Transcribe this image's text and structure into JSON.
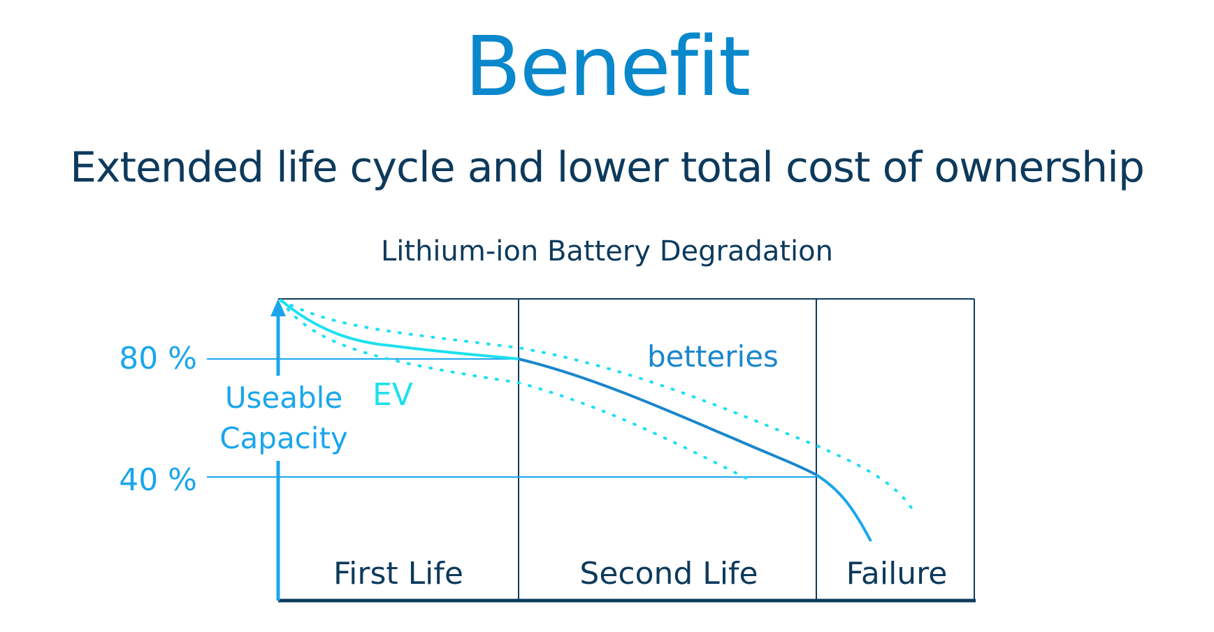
{
  "header": {
    "title": "Benefit",
    "subtitle": "Extended life cycle and lower total cost of ownership"
  },
  "diagram": {
    "title": "Lithium-ion Battery Degradation",
    "capacity_levels": [
      "80 %",
      "40 %"
    ],
    "axis_label_line1": "Useable",
    "axis_label_line2": "Capacity",
    "curve_label": "EV",
    "band_label": "betteries",
    "phases": [
      "First Life",
      "Second Life",
      "Failure"
    ]
  },
  "colors": {
    "title": "#0a88cc",
    "dark_navy": "#0d3a5c",
    "light_blue": "#1aa6ec",
    "cyan": "#1de0f0",
    "mid_blue": "#1a86cc"
  }
}
